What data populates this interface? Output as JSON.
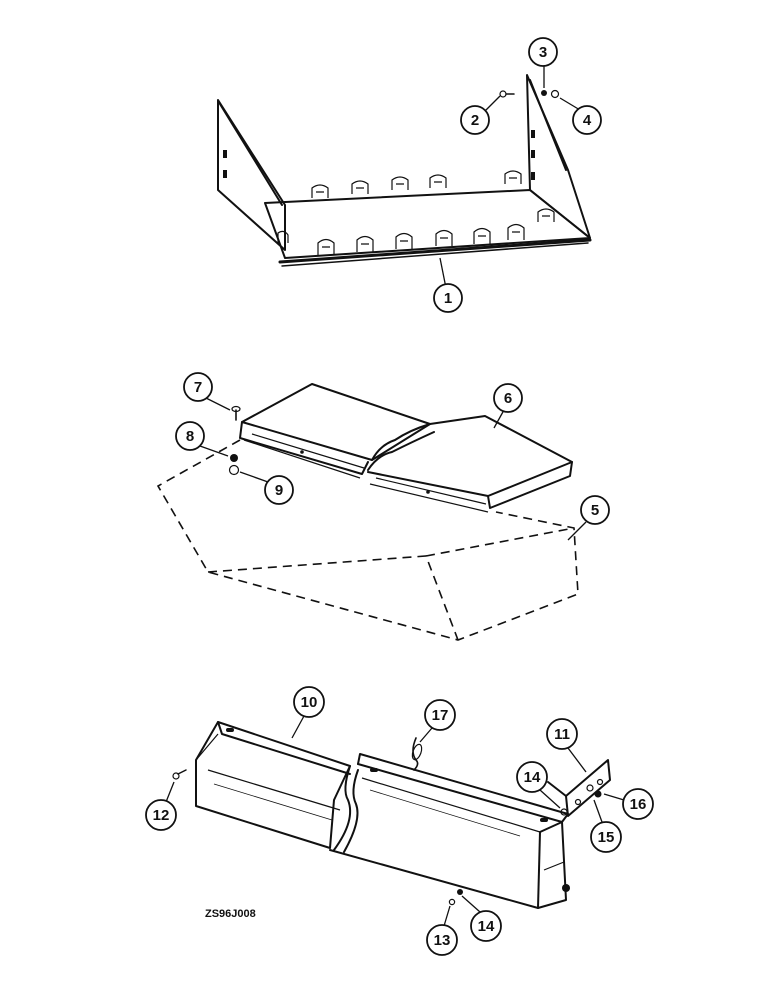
{
  "figure": {
    "drawing_code": "ZS96J008",
    "ink_color": "#111111",
    "background_color": "#ffffff"
  },
  "callouts": [
    {
      "id": "c1",
      "label": "1"
    },
    {
      "id": "c2",
      "label": "2"
    },
    {
      "id": "c3",
      "label": "3"
    },
    {
      "id": "c4",
      "label": "4"
    },
    {
      "id": "c5",
      "label": "5"
    },
    {
      "id": "c6",
      "label": "6"
    },
    {
      "id": "c7",
      "label": "7"
    },
    {
      "id": "c8",
      "label": "8"
    },
    {
      "id": "c9",
      "label": "9"
    },
    {
      "id": "c10",
      "label": "10"
    },
    {
      "id": "c11",
      "label": "11"
    },
    {
      "id": "c12",
      "label": "12"
    },
    {
      "id": "c13",
      "label": "13"
    },
    {
      "id": "c14a",
      "label": "14"
    },
    {
      "id": "c14b",
      "label": "14"
    },
    {
      "id": "c15",
      "label": "15"
    },
    {
      "id": "c16",
      "label": "16"
    },
    {
      "id": "c17",
      "label": "17"
    }
  ]
}
